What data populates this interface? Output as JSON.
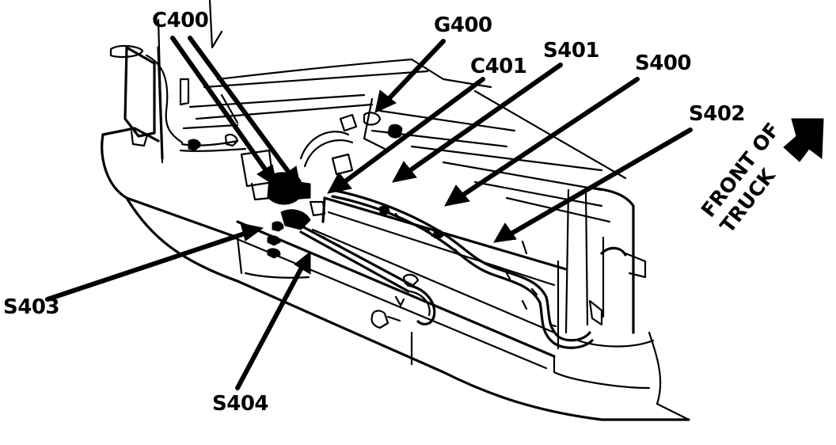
{
  "labels": {
    "c400": "C400",
    "g400": "G400",
    "c401": "C401",
    "s401": "S401",
    "s400": "S400",
    "s402": "S402",
    "s403": "S403",
    "s404": "S404"
  },
  "direction": {
    "line1": "FRONT OF",
    "line2": "TRUCK",
    "arrow_icon": "arrow-up-right-icon"
  },
  "colors": {
    "ink": "#000000",
    "paper": "#ffffff"
  }
}
